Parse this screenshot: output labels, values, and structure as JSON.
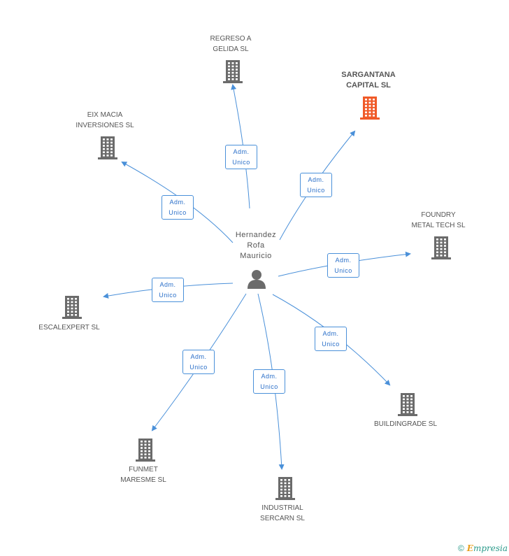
{
  "center": {
    "name": "Hernandez\nRofa\nMauricio",
    "icon": "person-icon"
  },
  "companies": [
    {
      "id": "regreso",
      "name": "REGRESO A\nGELIDA SL",
      "highlight": false,
      "relation": "Adm.\nUnico"
    },
    {
      "id": "sargantana",
      "name": "SARGANTANA\nCAPITAL SL",
      "highlight": true,
      "relation": "Adm.\nUnico"
    },
    {
      "id": "eix",
      "name": "EIX MACIA\nINVERSIONES SL",
      "highlight": false,
      "relation": "Adm.\nUnico"
    },
    {
      "id": "foundry",
      "name": "FOUNDRY\nMETAL TECH SL",
      "highlight": false,
      "relation": "Adm.\nUnico"
    },
    {
      "id": "escalexpert",
      "name": "ESCALEXPERT SL",
      "highlight": false,
      "relation": "Adm.\nUnico"
    },
    {
      "id": "buildingrade",
      "name": "BUILDINGRADE SL",
      "highlight": false,
      "relation": "Adm.\nUnico"
    },
    {
      "id": "funmet",
      "name": "FUNMET\nMARESME SL",
      "highlight": false,
      "relation": "Adm.\nUnico"
    },
    {
      "id": "industrial",
      "name": "INDUSTRIAL\nSERCARN SL",
      "highlight": false,
      "relation": "Adm.\nUnico"
    }
  ],
  "colors": {
    "edge": "#4a90d9",
    "building": "#6b6b6b",
    "building_highlight": "#f05a28",
    "person": "#6b6b6b"
  },
  "footer": {
    "copyright": "©",
    "brand_e": "E",
    "brand_rest": "mpresia"
  }
}
